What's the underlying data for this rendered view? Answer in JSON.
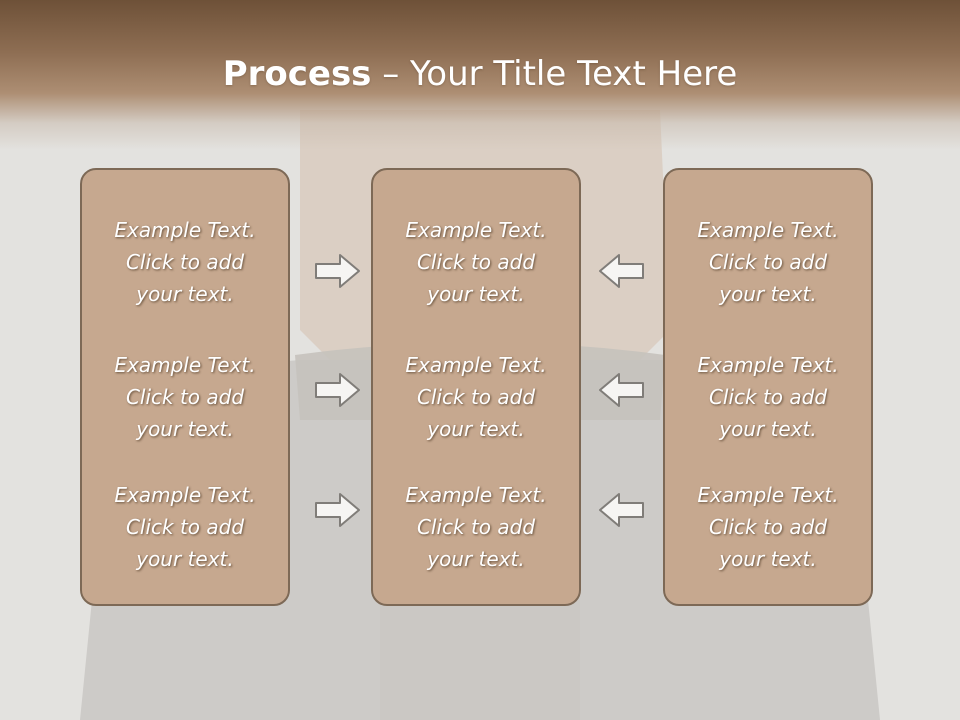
{
  "title": {
    "bold": "Process",
    "rest": " – Your Title Text Here"
  },
  "columns": [
    {
      "items": [
        {
          "line1": "Example Text.",
          "line2": "Click  to add",
          "line3": "your text."
        },
        {
          "line1": "Example Text.",
          "line2": "Click  to add",
          "line3": "your text."
        },
        {
          "line1": "Example Text.",
          "line2": "Click  to add",
          "line3": "your text."
        }
      ]
    },
    {
      "items": [
        {
          "line1": "Example Text.",
          "line2": "Click  to add",
          "line3": "your text."
        },
        {
          "line1": "Example Text.",
          "line2": "Click  to add",
          "line3": "your text."
        },
        {
          "line1": "Example Text.",
          "line2": "Click  to add",
          "line3": "your text."
        }
      ]
    },
    {
      "items": [
        {
          "line1": "Example Text.",
          "line2": "Click  to add",
          "line3": "your text."
        },
        {
          "line1": "Example Text.",
          "line2": "Click  to add",
          "line3": "your text."
        },
        {
          "line1": "Example Text.",
          "line2": "Click  to add",
          "line3": "your text."
        }
      ]
    }
  ],
  "arrows": {
    "left_group": [
      "arrow-right-icon",
      "arrow-right-icon",
      "arrow-right-icon"
    ],
    "right_group": [
      "arrow-left-icon",
      "arrow-left-icon",
      "arrow-left-icon"
    ]
  },
  "colors": {
    "title_bar": "#6e5138",
    "box_fill": "#c6a88f",
    "box_border": "#7d6956",
    "background": "#e3e2df"
  }
}
